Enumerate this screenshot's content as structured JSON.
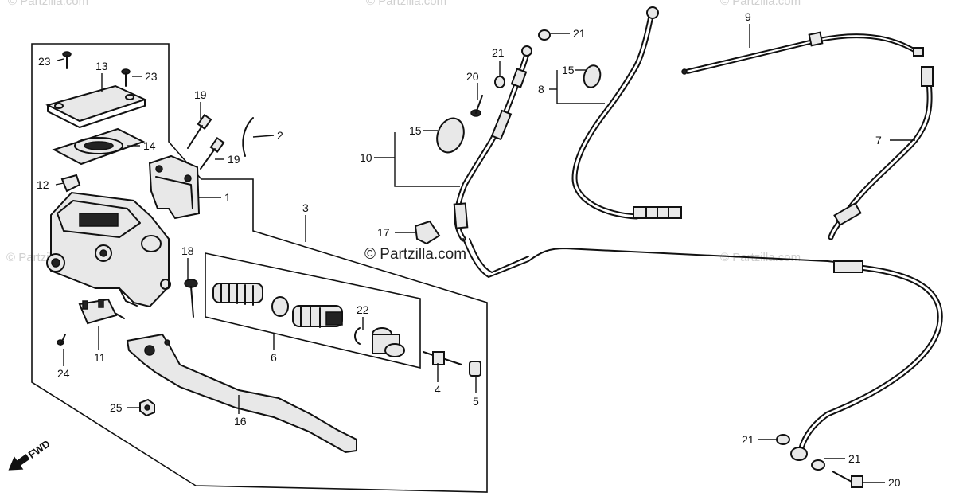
{
  "watermarks": {
    "main": "© Partzilla.com",
    "faint": "© Partzilla.com"
  },
  "fwd_label": "FWD",
  "callouts": {
    "c1": "1",
    "c2": "2",
    "c3": "3",
    "c4": "4",
    "c5": "5",
    "c6": "6",
    "c7": "7",
    "c8": "8",
    "c9": "9",
    "c10": "10",
    "c11": "11",
    "c12": "12",
    "c13": "13",
    "c14": "14",
    "c15a": "15",
    "c15b": "15",
    "c16": "16",
    "c17": "17",
    "c18": "18",
    "c19a": "19",
    "c19b": "19",
    "c20a": "20",
    "c20b": "20",
    "c21a": "21",
    "c21b": "21",
    "c21c": "21",
    "c21d": "21",
    "c22": "22",
    "c23a": "23",
    "c23b": "23",
    "c24": "24",
    "c25": "25"
  }
}
